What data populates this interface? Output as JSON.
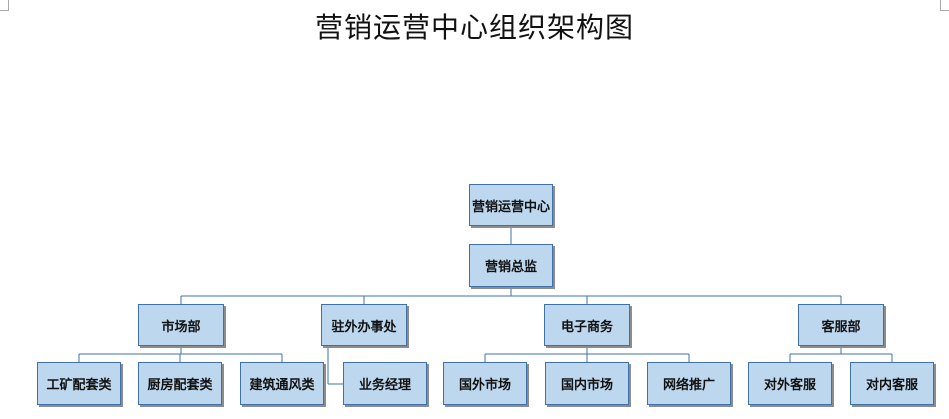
{
  "title": "营销运营中心组织架构图",
  "root": "营销运营中心",
  "director": "营销总监",
  "departments": [
    "市场部",
    "驻外办事处",
    "电子商务",
    "客服部"
  ],
  "market_teams": [
    "工矿配套类",
    "厨房配套类",
    "建筑通风类"
  ],
  "office_teams": [
    "业务经理"
  ],
  "ecommerce_teams": [
    "国外市场",
    "国内市场",
    "网络推广"
  ],
  "service_teams": [
    "对外客服",
    "对内客服"
  ],
  "colors": {
    "box_fill": "#bdd7ee",
    "box_border": "#3f70a8",
    "line": "#3f70a8"
  }
}
